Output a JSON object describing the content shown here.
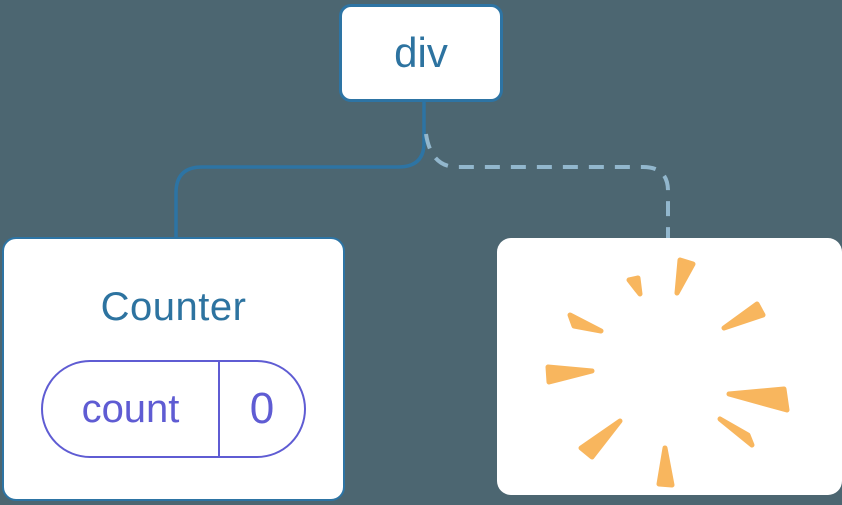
{
  "diagram": {
    "root_node": {
      "label": "div"
    },
    "counter_node": {
      "title": "Counter",
      "state_pill": {
        "name": "count",
        "value": "0"
      }
    },
    "removed_node": {
      "icon": "poof-burst"
    },
    "links": {
      "solid_connector_style": "solid",
      "dashed_connector_style": "dashed"
    },
    "colors": {
      "background": "#4C6671",
      "box_fill": "#FFFFFF",
      "node_border": "#2D74A4",
      "node_text": "#2D73A0",
      "solid_link": "#2D74A4",
      "dashed_link": "#92B7CD",
      "state_pill": "#5F5CD3",
      "burst": "#F8B65E"
    }
  }
}
